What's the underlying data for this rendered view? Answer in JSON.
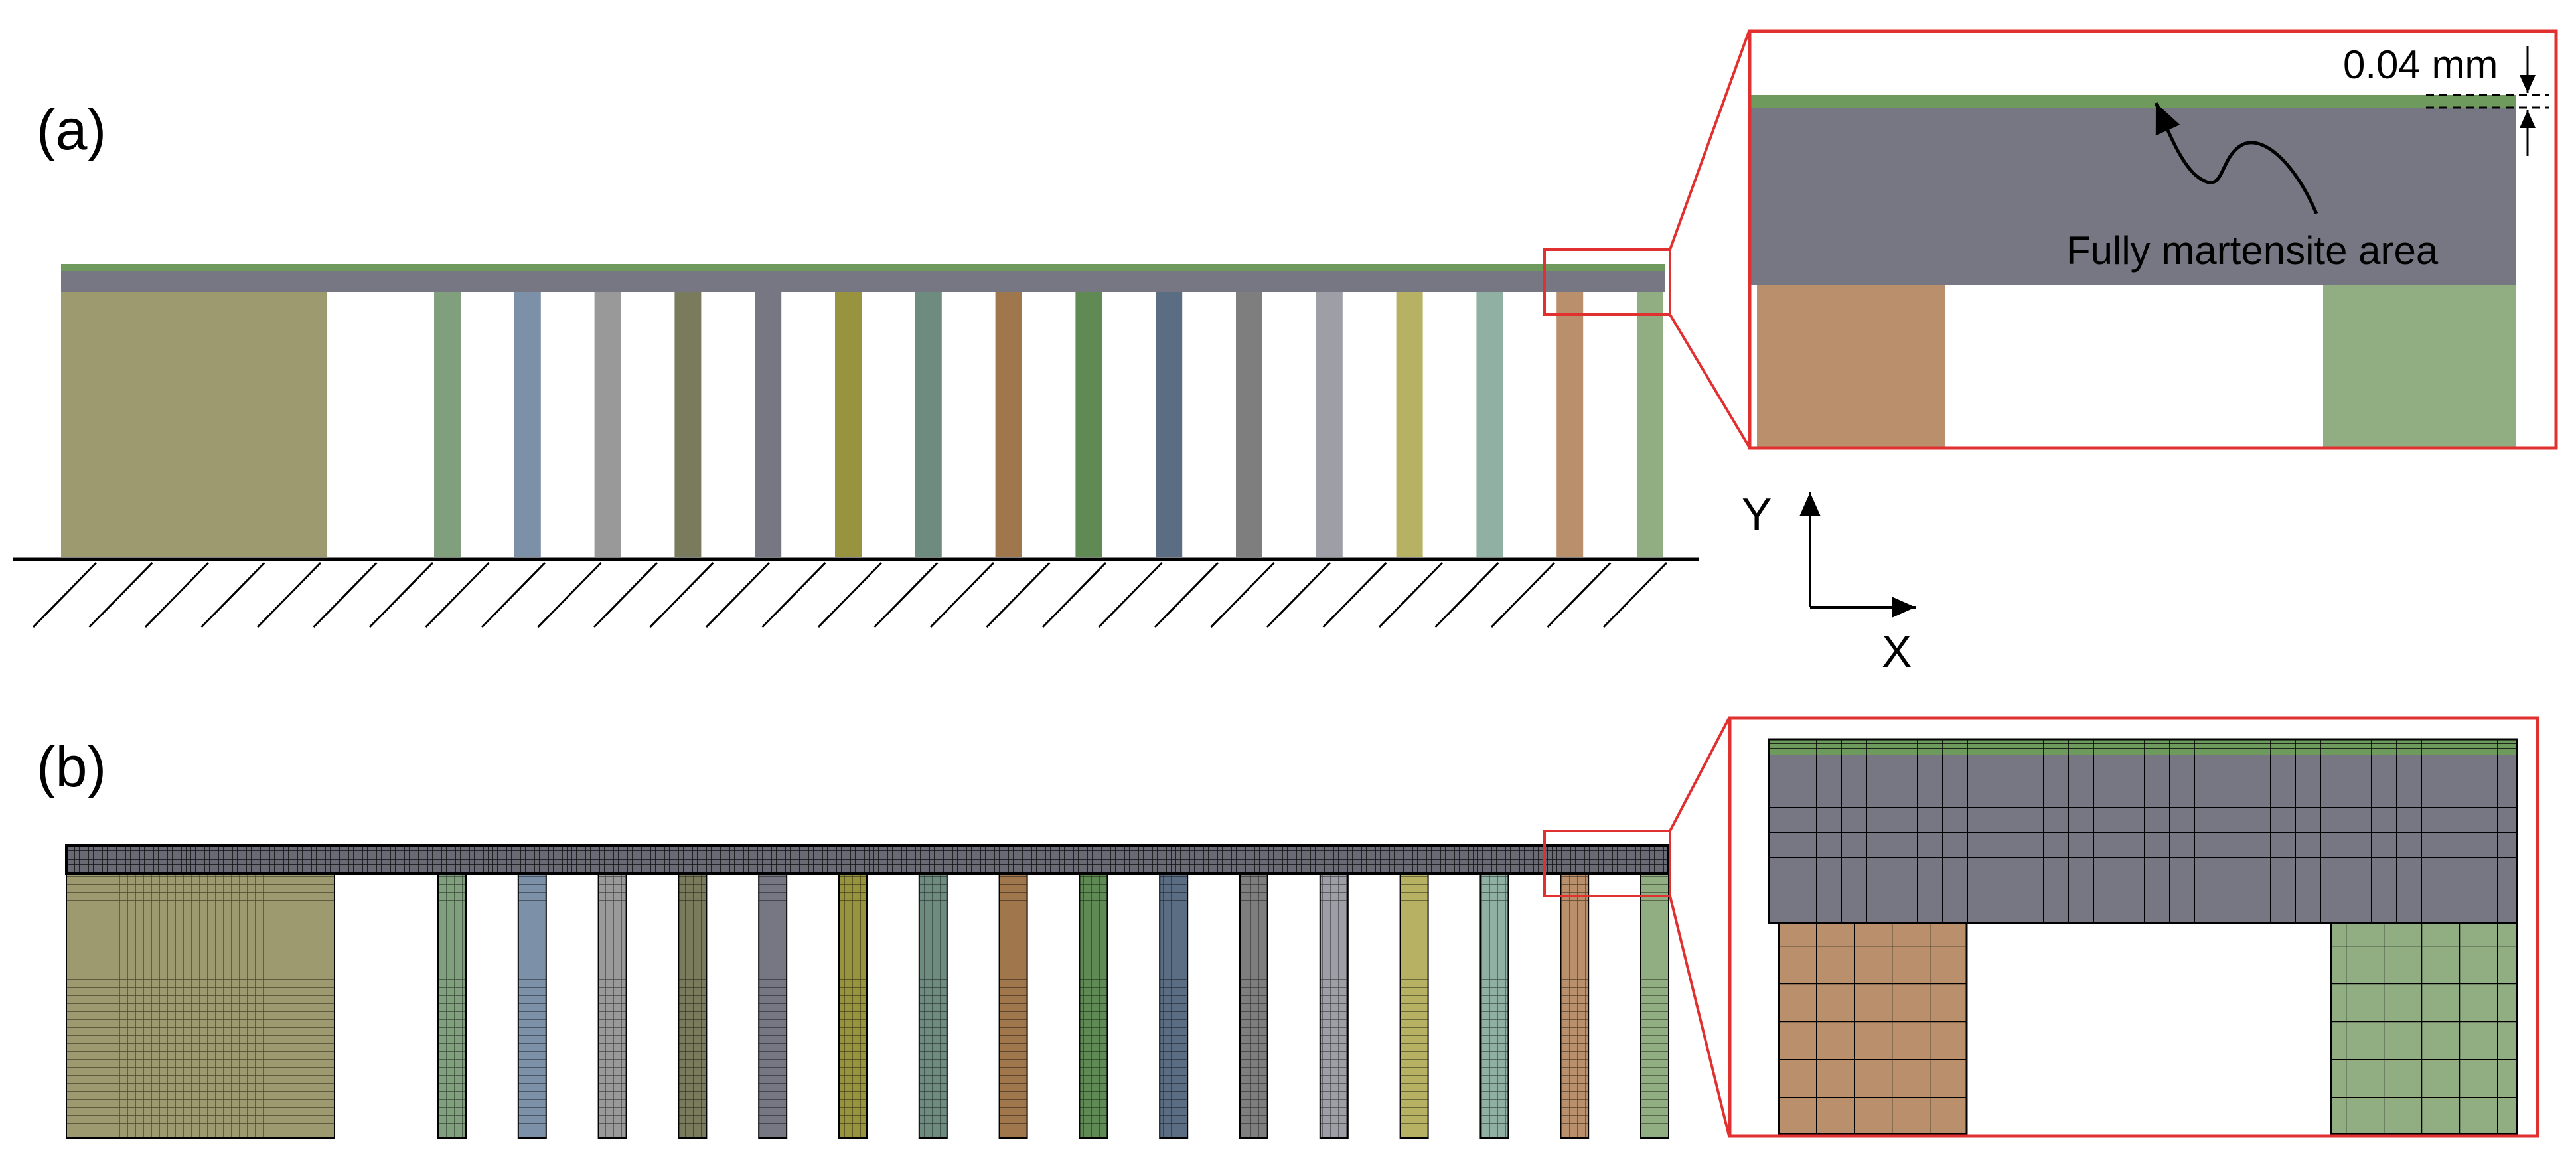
{
  "panels": {
    "a": {
      "label": "(a)"
    },
    "b": {
      "label": "(b)"
    }
  },
  "zoom_a": {
    "thickness_label": "0.04 mm",
    "area_label": "Fully martensite area"
  },
  "axes": {
    "y": "Y",
    "x": "X"
  },
  "colors": {
    "top_layer": "#6f9a5e",
    "substrate": "#777783",
    "edge": "#000000",
    "zoom_box": "#e03030",
    "mesh_line": "#000000",
    "supports": [
      "#9d9a6f",
      "#7f9f7d",
      "#7c91a7",
      "#999999",
      "#7a7a5c",
      "#777783",
      "#98933f",
      "#6e8b80",
      "#a0764d",
      "#5f8a53",
      "#5a6d82",
      "#7e7e7e",
      "#9e9ea6",
      "#b6b163",
      "#8fb0a3",
      "#b9906b",
      "#91ae83"
    ]
  },
  "support_count": 17
}
